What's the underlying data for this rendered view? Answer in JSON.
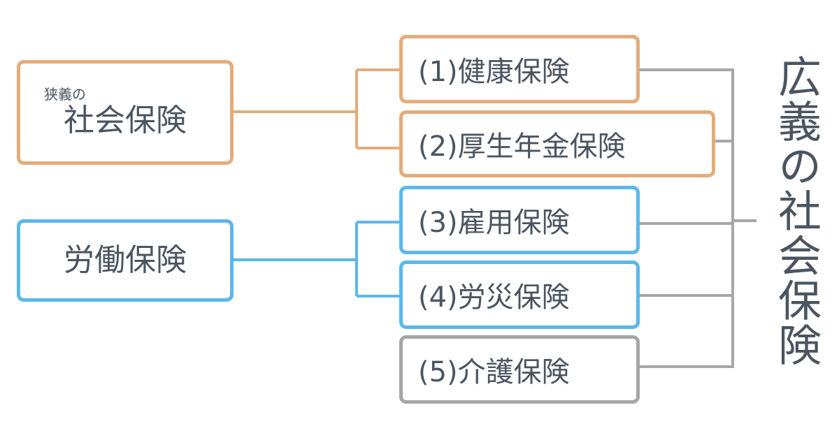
{
  "left_groups": {
    "narrow": {
      "sub": "狭義の",
      "main": "社会保険",
      "color": "#e3ac7b"
    },
    "labor": {
      "main": "労働保険",
      "color": "#5bb7ec"
    }
  },
  "items": [
    {
      "label": "(1)健康保険"
    },
    {
      "label": "(2)厚生年金保険"
    },
    {
      "label": "(3)雇用保険"
    },
    {
      "label": "(4)労災保険"
    },
    {
      "label": "(5)介護保険"
    }
  ],
  "broad": {
    "title": "広義の社会保険",
    "color": "#a6a6a6"
  },
  "text_color": "#4a5560"
}
